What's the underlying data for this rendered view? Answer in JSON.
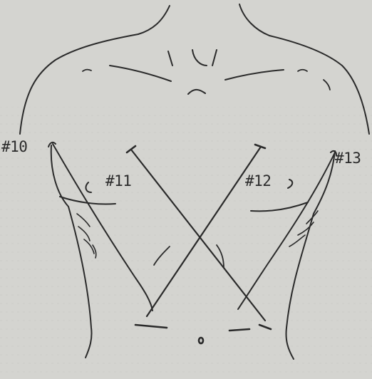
{
  "labels": {
    "label_10": "#10",
    "label_11": "#11",
    "label_12": "#12",
    "label_13": "#13"
  },
  "colors": {
    "paper": "#d4d4d0",
    "ink": "#2a2a2a"
  }
}
